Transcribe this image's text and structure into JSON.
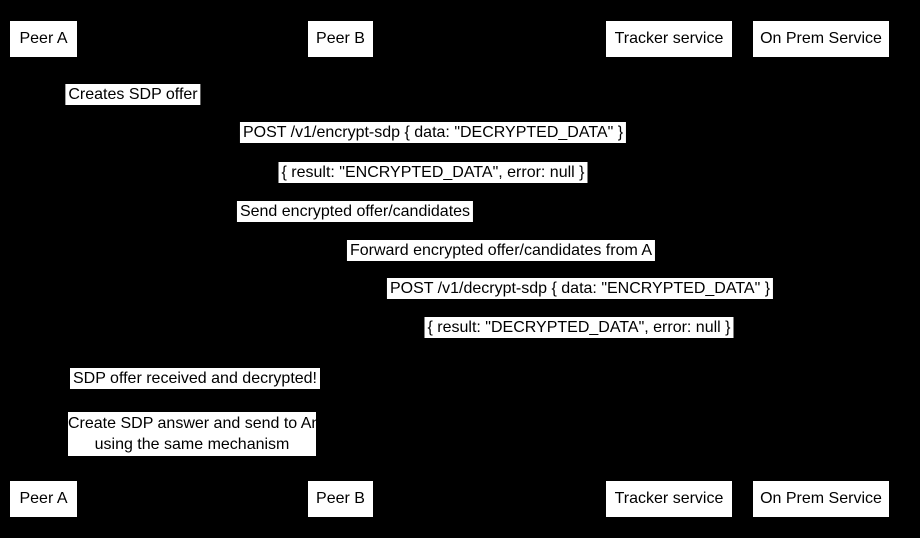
{
  "diagram": {
    "type": "sequence-diagram",
    "colors": {
      "background": "#000000",
      "box_background": "#ffffff",
      "text": "#000000"
    },
    "actors": [
      {
        "label": "Peer A"
      },
      {
        "label": "Peer B"
      },
      {
        "label": "Tracker service"
      },
      {
        "label": "On Prem Service"
      }
    ],
    "messages": [
      {
        "from": "Peer A",
        "to": "Peer A",
        "label": "Creates SDP offer"
      },
      {
        "from": "Peer A",
        "to": "On Prem Service",
        "label": "POST /v1/encrypt-sdp { data: \"DECRYPTED_DATA\" }"
      },
      {
        "from": "On Prem Service",
        "to": "Peer A",
        "label": "{ result: \"ENCRYPTED_DATA\", error: null }"
      },
      {
        "from": "Peer A",
        "to": "Tracker service",
        "label": "Send encrypted offer/candidates"
      },
      {
        "from": "Tracker service",
        "to": "Peer B",
        "label": "Forward encrypted offer/candidates from A"
      },
      {
        "from": "Peer B",
        "to": "On Prem Service",
        "label": "POST /v1/decrypt-sdp { data: \"ENCRYPTED_DATA\" }"
      },
      {
        "from": "On Prem Service",
        "to": "Peer B",
        "label": "{ result: \"DECRYPTED_DATA\", error: null }"
      },
      {
        "from": "Peer B",
        "to": "Peer A",
        "label": "SDP offer received and decrypted!"
      }
    ],
    "note": {
      "line1": "Create SDP answer and send to An",
      "line2": "using the same mechanism"
    }
  }
}
